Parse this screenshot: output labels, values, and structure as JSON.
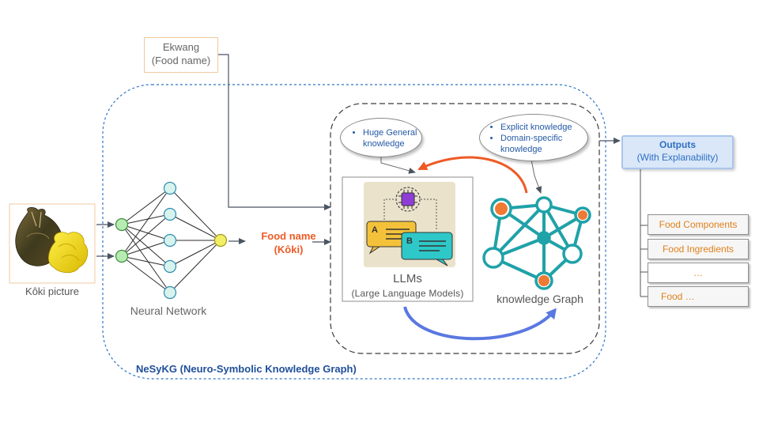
{
  "title": "NeSyKG (Neuro-Symbolic Knowledge Graph)",
  "food_name_input": {
    "line1": "Ekwang",
    "line2": "(Food name)"
  },
  "picture": {
    "caption": "Kôki picture"
  },
  "neural_network": {
    "label": "Neural Network",
    "layers": [
      2,
      5,
      1
    ]
  },
  "nn_output": {
    "line1": "Food name",
    "line2": "(Kôki)"
  },
  "llm": {
    "title": "LLMs",
    "subtitle": "(Large Language Models)",
    "option_a": "A",
    "option_b": "B"
  },
  "llm_bubble": {
    "text": "Huge General knowledge"
  },
  "kg_bubble": {
    "items": [
      "Explicit knowledge",
      "Domain-specific knowledge"
    ]
  },
  "knowledge_graph": {
    "label": "knowledge Graph"
  },
  "outputs": {
    "title": "Outputs",
    "subtitle": "(With Explanability)",
    "items": [
      "Food Components",
      "Food Ingredients",
      "…",
      "Food …"
    ]
  },
  "colors": {
    "dotted_border": "#2e75c8",
    "node_fill": "#d8f2ee",
    "node_stroke": "#2d8db0",
    "output_node": "#f2ee66",
    "input_node": "#b6ebb2",
    "accent_orange": "#ee5a24",
    "accent_blue": "#5a78e0",
    "kg_teal": "#1fa2a8",
    "kg_orange": "#ef7a33",
    "title_blue": "#1f4f9a"
  }
}
